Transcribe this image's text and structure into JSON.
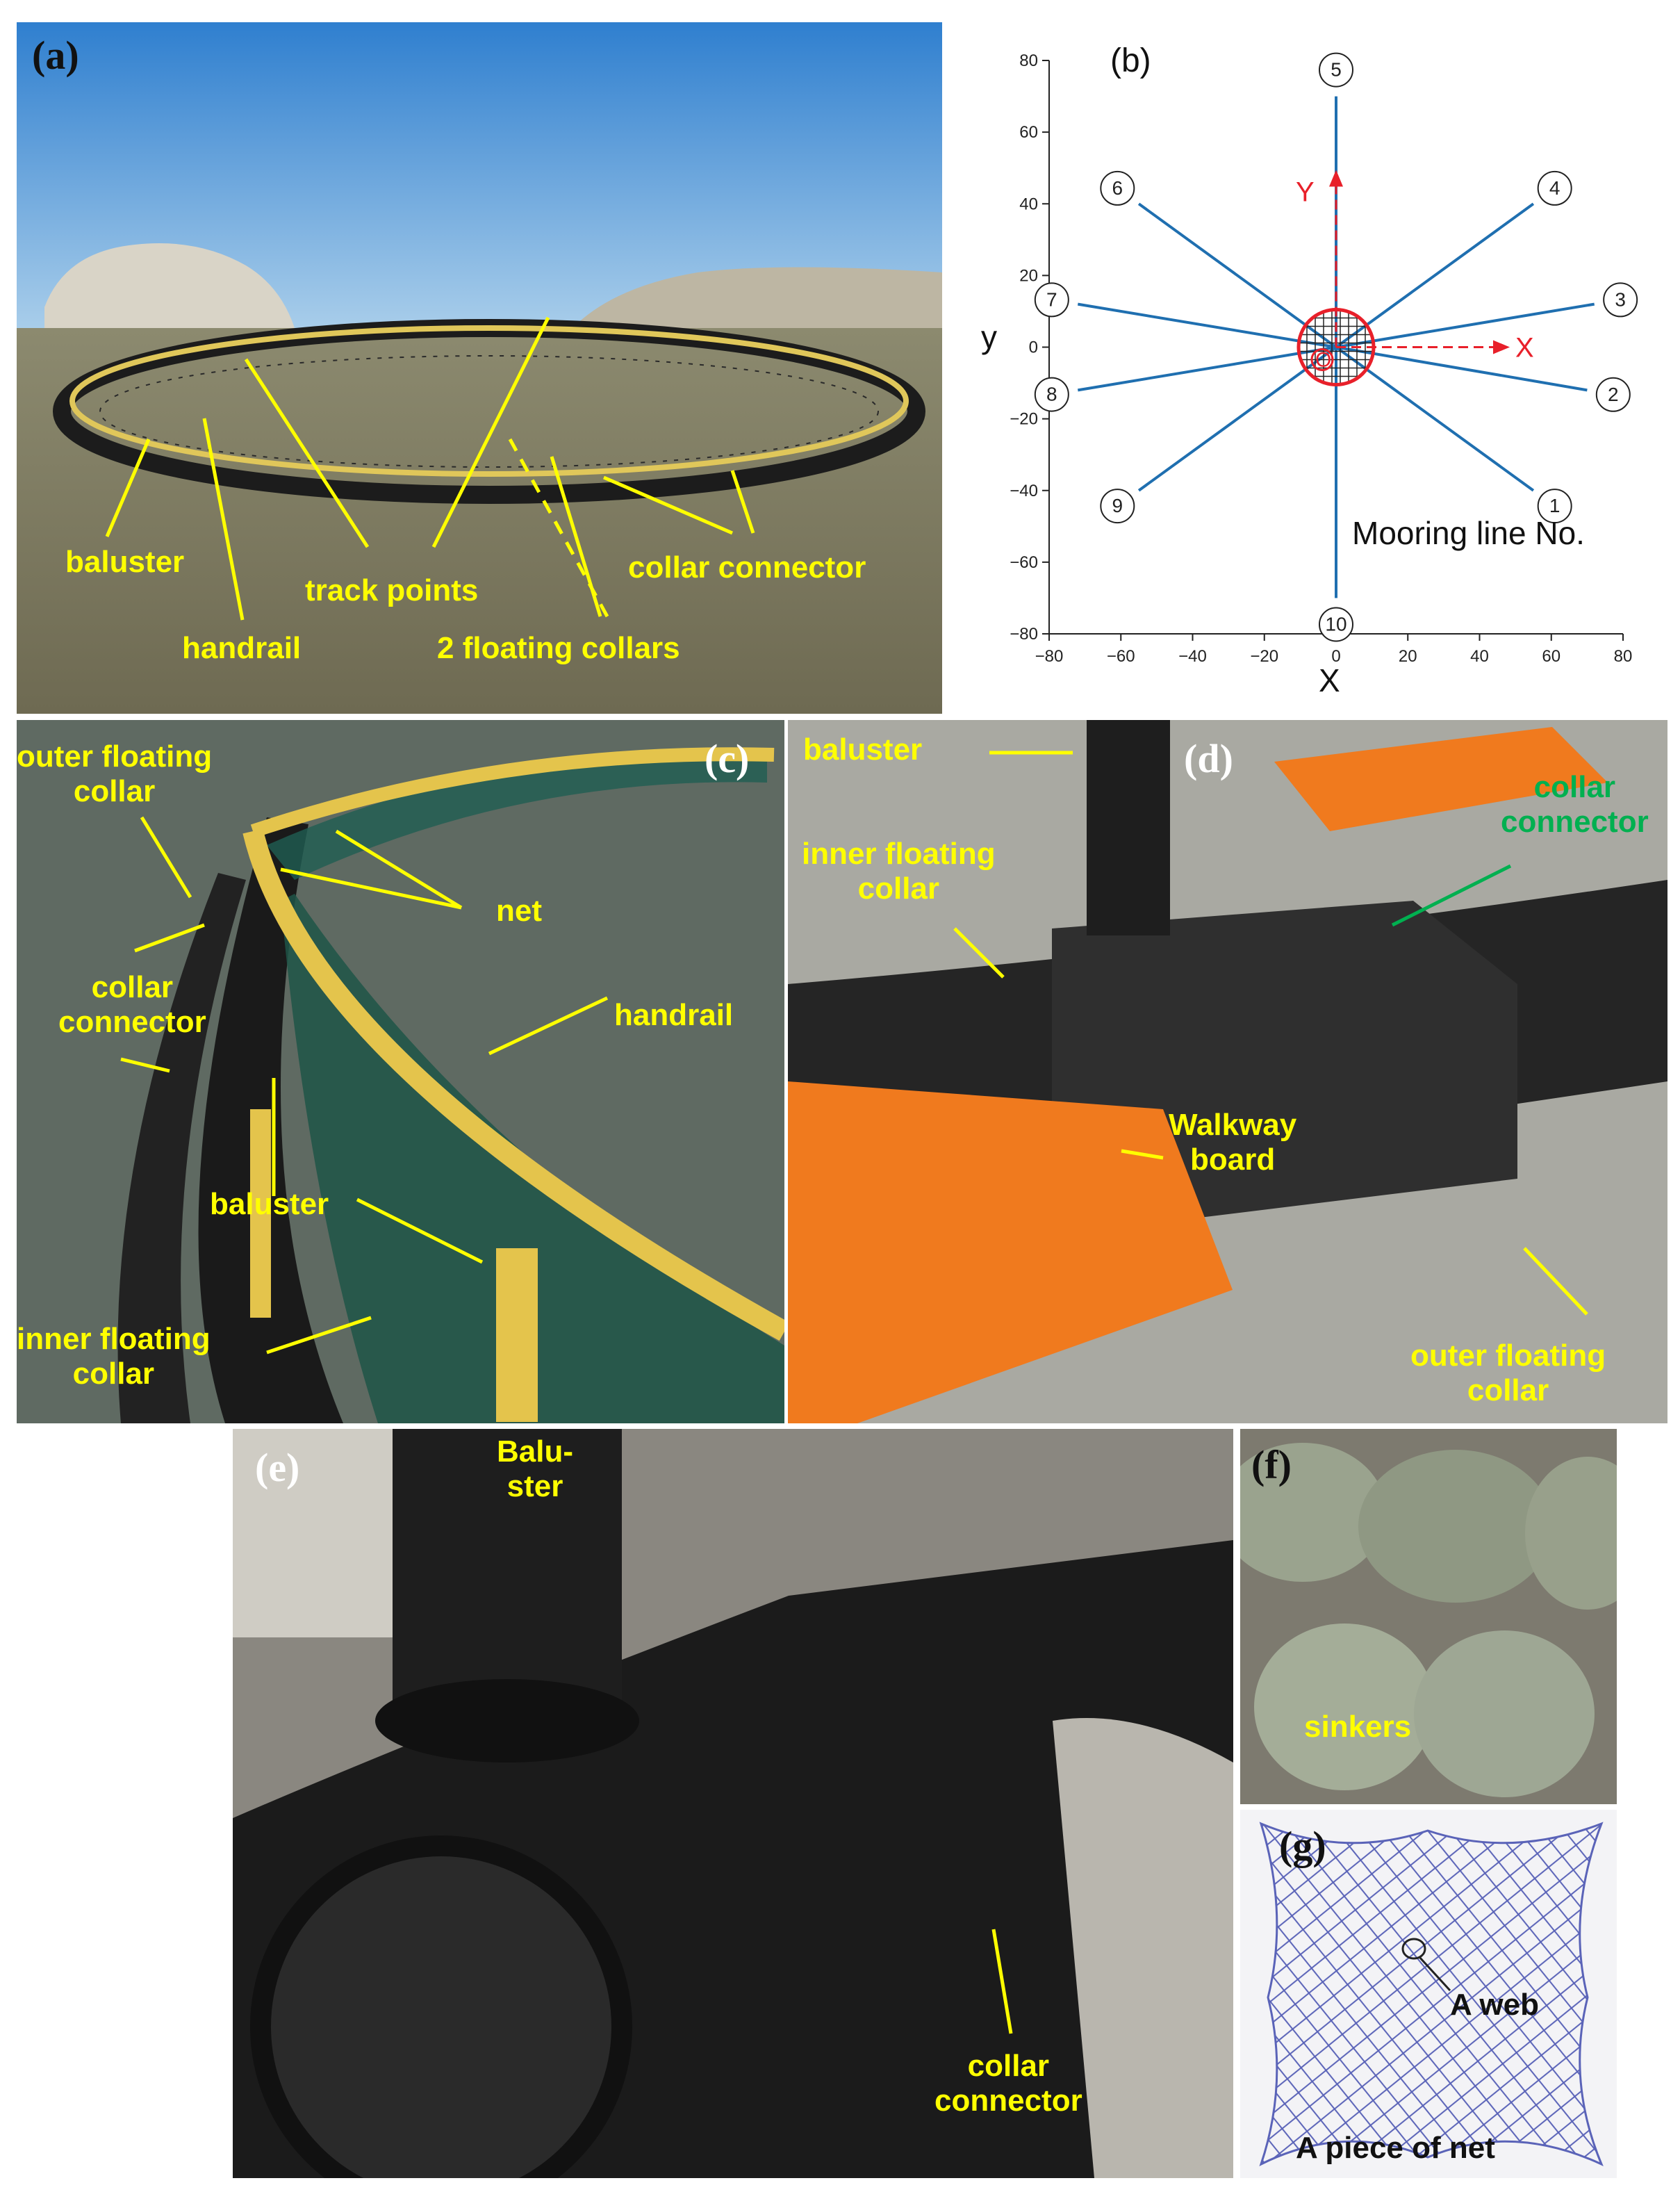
{
  "panels": {
    "a": {
      "label": "(a)",
      "annotations": {
        "baluster": "baluster",
        "handrail": "handrail",
        "track_points": "track points",
        "floating_collars": "2 floating collars",
        "collar_connector": "collar connector"
      }
    },
    "b": {
      "label": "(b)",
      "legend": "Mooring line No.",
      "axis_x": "X",
      "axis_y": "Y",
      "xlabel": "X",
      "ylabel": "y",
      "origin": "O",
      "x_ticks": [
        "−80",
        "−60",
        "−40",
        "−20",
        "0",
        "20",
        "40",
        "60",
        "80"
      ],
      "y_ticks": [
        "80",
        "60",
        "40",
        "20",
        "0",
        "−20",
        "−40",
        "−60",
        "−80"
      ],
      "lines": [
        "1",
        "2",
        "3",
        "4",
        "5",
        "6",
        "7",
        "8",
        "9",
        "10"
      ]
    },
    "c": {
      "label": "(c)",
      "annotations": {
        "outer_floating_collar": "outer floating\ncollar",
        "collar_connector": "collar\nconnector",
        "net": "net",
        "handrail": "handrail",
        "baluster": "baluster",
        "inner_floating_collar": "inner floating\ncollar"
      }
    },
    "d": {
      "label": "(d)",
      "annotations": {
        "baluster": "baluster",
        "collar_connector": "collar\nconnector",
        "inner_floating_collar": "inner floating\ncollar",
        "walkway_board": "Walkway\nboard",
        "outer_floating_collar": "outer floating\ncollar"
      }
    },
    "e": {
      "label": "(e)",
      "annotations": {
        "baluster": "Balu-\nster",
        "collar_connector": "collar\nconnector"
      }
    },
    "f": {
      "label": "(f)",
      "annotations": {
        "sinkers": "sinkers"
      }
    },
    "g": {
      "label": "(g)",
      "annotations": {
        "web": "A web",
        "piece_of_net": "A piece of net"
      }
    }
  },
  "chart_data": {
    "type": "diagram",
    "xlim": [
      -80,
      80
    ],
    "ylim": [
      -80,
      80
    ],
    "mooring_lines": [
      {
        "name": "1",
        "end": [
          55,
          -40
        ]
      },
      {
        "name": "2",
        "end": [
          70,
          -12
        ]
      },
      {
        "name": "3",
        "end": [
          72,
          12
        ]
      },
      {
        "name": "4",
        "end": [
          55,
          40
        ]
      },
      {
        "name": "5",
        "end": [
          0,
          70
        ]
      },
      {
        "name": "6",
        "end": [
          -55,
          40
        ]
      },
      {
        "name": "7",
        "end": [
          -72,
          12
        ]
      },
      {
        "name": "8",
        "end": [
          -72,
          -12
        ]
      },
      {
        "name": "9",
        "end": [
          -55,
          -40
        ]
      },
      {
        "name": "10",
        "end": [
          0,
          -70
        ]
      }
    ]
  },
  "colors": {
    "annotation": "#ffff00",
    "annotation_green": "#00b050",
    "mooring_line": "#1f6fb0",
    "axis_accent": "#e8202a"
  }
}
